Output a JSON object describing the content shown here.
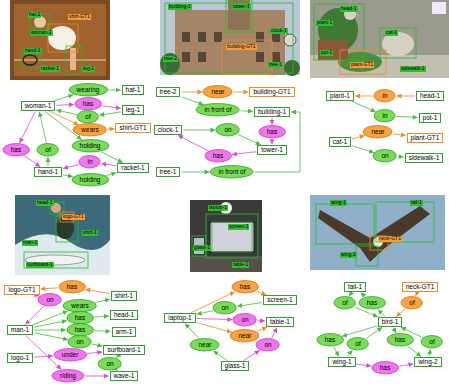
{
  "diagram": {
    "nodes": [
      {
        "text": [
          "woman-1"
        ]
      },
      {
        "text": [
          "hat-1"
        ]
      },
      {
        "text": [
          "leg-1"
        ]
      },
      {
        "text": [
          "shirt-GT1"
        ]
      },
      {
        "text": [
          "hand-1"
        ]
      },
      {
        "text": [
          "racket-1"
        ]
      },
      {
        "text": [
          "wearing"
        ]
      },
      {
        "text": [
          "has"
        ]
      },
      {
        "text": [
          "of"
        ]
      },
      {
        "text": [
          "wears"
        ]
      },
      {
        "text": [
          "holding"
        ]
      },
      {
        "text": [
          "has"
        ]
      },
      {
        "text": [
          "of"
        ]
      },
      {
        "text": [
          "in"
        ]
      },
      {
        "text": [
          "holding"
        ]
      },
      {
        "text": [
          "tree-2"
        ]
      },
      {
        "text": [
          "near"
        ]
      },
      {
        "text": [
          "building-GT1"
        ]
      },
      {
        "text": [
          "in front of"
        ]
      },
      {
        "text": [
          "building-1"
        ]
      },
      {
        "text": [
          "clock-1"
        ]
      },
      {
        "text": [
          "on"
        ]
      },
      {
        "text": [
          "has"
        ]
      },
      {
        "text": [
          "tower-1"
        ]
      },
      {
        "text": [
          "has"
        ]
      },
      {
        "text": [
          "tree-1"
        ]
      },
      {
        "text": [
          "in front of"
        ]
      },
      {
        "text": [
          "plant-1"
        ]
      },
      {
        "text": [
          "in"
        ]
      },
      {
        "text": [
          "head-1"
        ]
      },
      {
        "text": [
          "in"
        ]
      },
      {
        "text": [
          "pot-1"
        ]
      },
      {
        "text": [
          "cat-1"
        ]
      },
      {
        "text": [
          "near"
        ]
      },
      {
        "text": [
          "plant-GT1"
        ]
      },
      {
        "text": [
          "on"
        ]
      },
      {
        "text": [
          "sidewalk-1"
        ]
      },
      {
        "text": [
          "logo-GT1"
        ]
      },
      {
        "text": [
          "has"
        ]
      },
      {
        "text": [
          "shirt-1"
        ]
      },
      {
        "text": [
          "on"
        ]
      },
      {
        "text": [
          "wears"
        ]
      },
      {
        "text": [
          "head-1"
        ]
      },
      {
        "text": [
          "man-1"
        ]
      },
      {
        "text": [
          "has"
        ]
      },
      {
        "text": [
          "has"
        ]
      },
      {
        "text": [
          "arm-1"
        ]
      },
      {
        "text": [
          "on"
        ]
      },
      {
        "text": [
          "surfboard-1"
        ]
      },
      {
        "text": [
          "under"
        ]
      },
      {
        "text": [
          "logo-1"
        ]
      },
      {
        "text": [
          "on"
        ]
      },
      {
        "text": [
          "wave-1"
        ]
      },
      {
        "text": [
          "riding"
        ]
      },
      {
        "text": [
          "has"
        ]
      },
      {
        "text": [
          "screen-1"
        ]
      },
      {
        "text": [
          "on"
        ]
      },
      {
        "text": [
          "laptop-1"
        ]
      },
      {
        "text": [
          "on"
        ]
      },
      {
        "text": [
          "table-1"
        ]
      },
      {
        "text": [
          "near"
        ]
      },
      {
        "text": [
          "near"
        ]
      },
      {
        "text": [
          "on"
        ]
      },
      {
        "text": [
          "glass-1"
        ]
      },
      {
        "text": [
          "tail-1"
        ]
      },
      {
        "text": [
          "neck-GT1"
        ]
      },
      {
        "text": [
          "of"
        ]
      },
      {
        "text": [
          "has"
        ]
      },
      {
        "text": [
          "of"
        ]
      },
      {
        "text": [
          "bird-1"
        ]
      },
      {
        "text": [
          "has"
        ]
      },
      {
        "text": [
          "of"
        ]
      },
      {
        "text": [
          "has"
        ]
      },
      {
        "text": [
          "of"
        ]
      },
      {
        "text": [
          "wing-1"
        ]
      },
      {
        "text": [
          "has"
        ]
      },
      {
        "text": [
          "wing-2"
        ]
      }
    ],
    "edges": [
      {
        "from": 0,
        "to": 6,
        "arrow": "to"
      },
      {
        "from": 6,
        "to": 1,
        "arrow": "to"
      },
      {
        "from": 0,
        "to": 7,
        "arrow": "to"
      },
      {
        "from": 7,
        "to": 2,
        "arrow": "to"
      },
      {
        "from": 2,
        "to": 8,
        "arrow": "to"
      },
      {
        "from": 8,
        "to": 0,
        "arrow": "to"
      },
      {
        "from": 0,
        "to": 9,
        "arrow": "to"
      },
      {
        "from": 9,
        "to": 3,
        "arrow": "to"
      },
      {
        "from": 0,
        "to": 10,
        "arrow": "to"
      },
      {
        "from": 10,
        "to": 5,
        "arrow": "to"
      },
      {
        "from": 0,
        "to": 11,
        "arrow": "to"
      },
      {
        "from": 11,
        "to": 4,
        "arrow": "to"
      },
      {
        "from": 4,
        "to": 12,
        "arrow": "to"
      },
      {
        "from": 12,
        "to": 0,
        "arrow": "to"
      },
      {
        "from": 5,
        "to": 13,
        "arrow": "to"
      },
      {
        "from": 13,
        "to": 4,
        "arrow": "to"
      },
      {
        "from": 4,
        "to": 14,
        "arrow": "to"
      },
      {
        "from": 14,
        "to": 5,
        "arrow": "to"
      },
      {
        "from": 15,
        "to": 16,
        "arrow": "to"
      },
      {
        "from": 16,
        "to": 17,
        "arrow": "to"
      },
      {
        "from": 15,
        "to": 18,
        "arrow": "to"
      },
      {
        "from": 18,
        "to": 19,
        "arrow": "to"
      },
      {
        "from": 20,
        "to": 21,
        "arrow": "to"
      },
      {
        "from": 21,
        "to": 23,
        "arrow": "to"
      },
      {
        "from": 19,
        "to": 22,
        "arrow": "to"
      },
      {
        "from": 22,
        "to": 23,
        "arrow": "to"
      },
      {
        "from": 23,
        "to": 24,
        "arrow": "to"
      },
      {
        "from": 24,
        "to": 20,
        "arrow": "to"
      },
      {
        "from": 25,
        "to": 26,
        "arrow": "to"
      },
      {
        "from": 26,
        "to": 19,
        "arrow": "to"
      },
      {
        "from": 29,
        "to": 28,
        "arrow": "to"
      },
      {
        "from": 28,
        "to": 27,
        "arrow": "to"
      },
      {
        "from": 27,
        "to": 30,
        "arrow": "to"
      },
      {
        "from": 30,
        "to": 31,
        "arrow": "to"
      },
      {
        "from": 32,
        "to": 33,
        "arrow": "to"
      },
      {
        "from": 33,
        "to": 34,
        "arrow": "to"
      },
      {
        "from": 32,
        "to": 35,
        "arrow": "to"
      },
      {
        "from": 35,
        "to": 36,
        "arrow": "to"
      },
      {
        "from": 39,
        "to": 38,
        "arrow": "to"
      },
      {
        "from": 38,
        "to": 37,
        "arrow": "to"
      },
      {
        "from": 37,
        "to": 40,
        "arrow": "to"
      },
      {
        "from": 40,
        "to": 43,
        "arrow": "to"
      },
      {
        "from": 43,
        "to": 41,
        "arrow": "to"
      },
      {
        "from": 41,
        "to": 39,
        "arrow": "to"
      },
      {
        "from": 43,
        "to": 44,
        "arrow": "to"
      },
      {
        "from": 44,
        "to": 42,
        "arrow": "to"
      },
      {
        "from": 43,
        "to": 45,
        "arrow": "to"
      },
      {
        "from": 45,
        "to": 46,
        "arrow": "to"
      },
      {
        "from": 43,
        "to": 47,
        "arrow": "to"
      },
      {
        "from": 47,
        "to": 48,
        "arrow": "to"
      },
      {
        "from": 50,
        "to": 49,
        "arrow": "to"
      },
      {
        "from": 49,
        "to": 48,
        "arrow": "to"
      },
      {
        "from": 48,
        "to": 51,
        "arrow": "to"
      },
      {
        "from": 51,
        "to": 52,
        "arrow": "to"
      },
      {
        "from": 43,
        "to": 53,
        "arrow": "to"
      },
      {
        "from": 53,
        "to": 52,
        "arrow": "to"
      },
      {
        "from": 57,
        "to": 54,
        "arrow": "to"
      },
      {
        "from": 54,
        "to": 55,
        "arrow": "to"
      },
      {
        "from": 55,
        "to": 56,
        "arrow": "to"
      },
      {
        "from": 56,
        "to": 57,
        "arrow": "to"
      },
      {
        "from": 57,
        "to": 58,
        "arrow": "to"
      },
      {
        "from": 58,
        "to": 59,
        "arrow": "to"
      },
      {
        "from": 57,
        "to": 60,
        "arrow": "to"
      },
      {
        "from": 60,
        "to": 59,
        "arrow": "to"
      },
      {
        "from": 63,
        "to": 61,
        "arrow": "to"
      },
      {
        "from": 61,
        "to": 57,
        "arrow": "to"
      },
      {
        "from": 63,
        "to": 62,
        "arrow": "to"
      },
      {
        "from": 62,
        "to": 59,
        "arrow": "to"
      },
      {
        "from": 64,
        "to": 66,
        "arrow": "to"
      },
      {
        "from": 66,
        "to": 69,
        "arrow": "to"
      },
      {
        "from": 69,
        "to": 67,
        "arrow": "to"
      },
      {
        "from": 67,
        "to": 64,
        "arrow": "to"
      },
      {
        "from": 65,
        "to": 68,
        "arrow": "to"
      },
      {
        "from": 68,
        "to": 69,
        "arrow": "to"
      },
      {
        "from": 69,
        "to": 70,
        "arrow": "to"
      },
      {
        "from": 70,
        "to": 74,
        "arrow": "to"
      },
      {
        "from": 74,
        "to": 71,
        "arrow": "to"
      },
      {
        "from": 71,
        "to": 69,
        "arrow": "to"
      },
      {
        "from": 69,
        "to": 72,
        "arrow": "to"
      },
      {
        "from": 72,
        "to": 76,
        "arrow": "to"
      },
      {
        "from": 76,
        "to": 73,
        "arrow": "to"
      },
      {
        "from": 73,
        "to": 69,
        "arrow": "to"
      },
      {
        "from": 74,
        "to": 75,
        "arrow": "to"
      },
      {
        "from": 75,
        "to": 76,
        "arrow": "to"
      }
    ],
    "labels": [
      "hat-1",
      "shirt-GT1",
      "woman-1",
      "hand-1",
      "racket-1",
      "leg-1",
      "building-1",
      "tower-1",
      "clock-1",
      "building-GT1",
      "tree-2",
      "tree-1",
      "head-1",
      "plant-1",
      "cat-1",
      "pot-1",
      "plant-GT1",
      "sidewalk-1",
      "logo-GT1",
      "head-1",
      "shirt-1",
      "man-1",
      "surfboard-1",
      "laptop-1",
      "screen-1",
      "glass-1",
      "table-1",
      "wing-1",
      "tail-1",
      "neck-GT1",
      "wing-2"
    ]
  }
}
